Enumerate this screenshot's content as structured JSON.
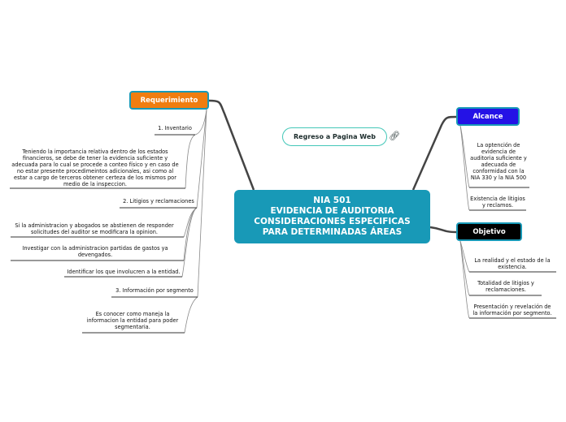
{
  "central": {
    "title": "NIA 501\nEVIDENCIA DE AUDITORIA\nCONSIDERACIONES ESPECIFICAS\nPARA DETERMINADAS ÁREAS"
  },
  "web_link": {
    "label": "Regreso a Pagina Web",
    "icon": "link-globe-icon"
  },
  "requerimiento": {
    "label": "Requerimiento",
    "items": [
      "1.  Inventario",
      "Teniendo la importancia relativa dentro de los estados financieros, se debe de tener la evidencia suficiente y adecuada para lo cual se procede a conteo físico y en caso de no estar  presente procedimeintos adicionales, asi como al estar a cargo de terceros obtener certeza de los mismos por medio de la inspeccion.",
      "2.  Litigios y reclamaciones",
      "Si la administracion y abogados se abstienen de responder solicitudes del auditor se modificara la opinion.",
      "Investigar con la administracion partidas de gastos ya devengados.",
      "Identificar los que involucren a la entidad.",
      "3.  Información por  segmento",
      "Es conocer como  maneja la informacion la entidad para poder segmentaria."
    ]
  },
  "alcance": {
    "label": "Alcance",
    "items": [
      "La optención de evidencia de auditoria suficiente y adecuada de conformidad con la NIA 330 y la NIA 500",
      "Existencia de litigios y reclamos."
    ]
  },
  "objetivo": {
    "label": "Objetivo",
    "items": [
      "La realidad y el estado de la existencia.",
      "Totalidad de litigios y reclamaciones.",
      "Presentación y revelación de la información por segmento."
    ]
  },
  "colors": {
    "central": "#1899b7",
    "requerimiento": "#f07d10",
    "alcance": "#2412e6",
    "objetivo": "#000000",
    "border": "#1899b7",
    "connector": "#444444"
  }
}
